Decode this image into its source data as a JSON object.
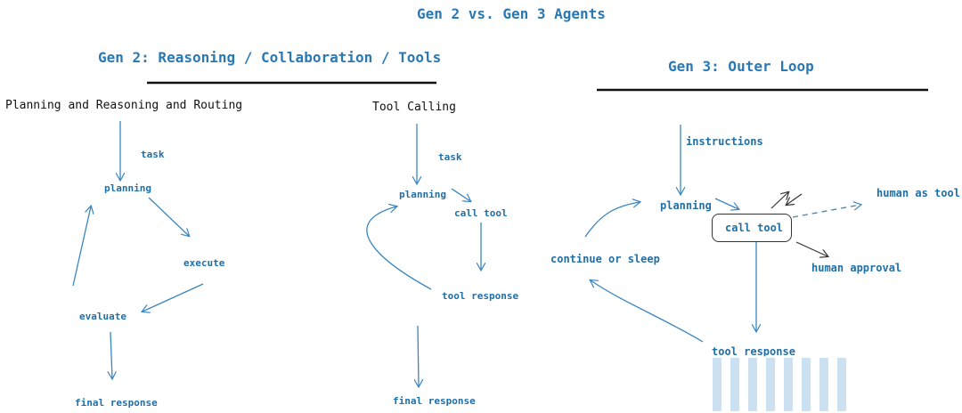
{
  "title": "Gen 2 vs. Gen 3 Agents",
  "gen2": {
    "heading": "Gen 2: Reasoning / Collaboration / Tools",
    "planning_panel": {
      "subtitle": "Planning and Reasoning and Routing",
      "task": "task",
      "planning": "planning",
      "execute": "execute",
      "evaluate": "evaluate",
      "final": "final response"
    },
    "tool_panel": {
      "subtitle": "Tool Calling",
      "task": "task",
      "planning": "planning",
      "call_tool": "call tool",
      "tool_response": "tool response",
      "final": "final response"
    }
  },
  "gen3": {
    "heading": "Gen 3: Outer Loop",
    "instructions": "instructions",
    "planning": "planning",
    "call_tool": "call tool",
    "human_as_tool": "human as tool",
    "human_approval": "human approval",
    "continue": "continue or sleep",
    "tool_response": "tool response"
  },
  "colors": {
    "accent": "#1f6fa8",
    "title": "#2a78b4",
    "arrow": "#3a86c0"
  }
}
